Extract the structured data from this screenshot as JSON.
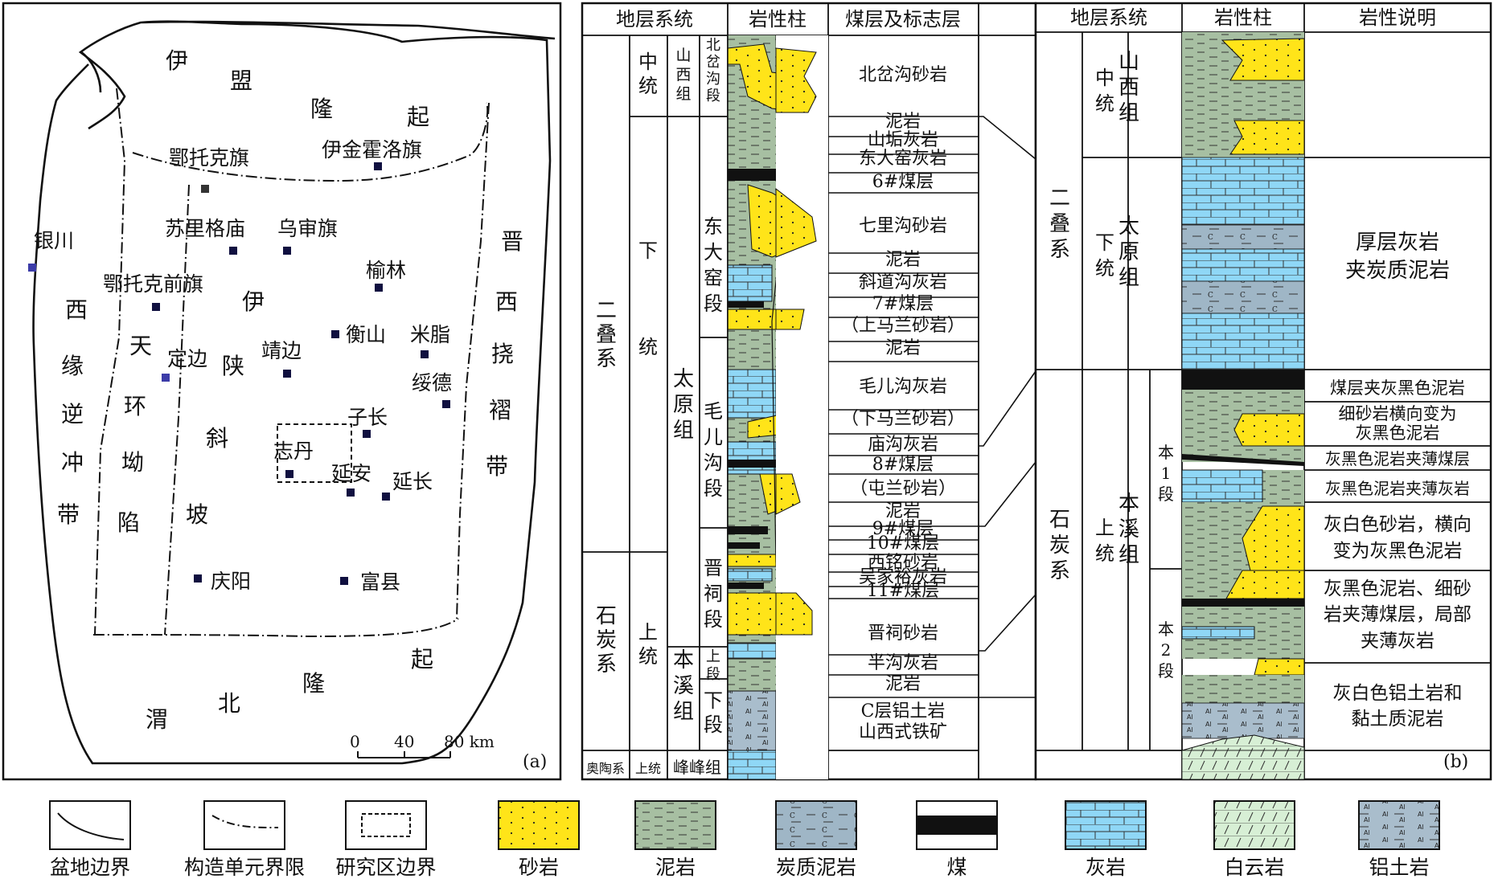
{
  "map": {
    "label": "(a)",
    "scale": {
      "ticks": [
        "0",
        "40",
        "80 km"
      ]
    },
    "units": [
      {
        "name": "yimeng",
        "chars": [
          "伊",
          "盟",
          "隆",
          "起"
        ]
      },
      {
        "name": "xiyuan",
        "chars": [
          "西",
          "缘",
          "逆",
          "冲",
          "带"
        ]
      },
      {
        "name": "tianhuan",
        "chars": [
          "天",
          "环",
          "坳",
          "陷"
        ]
      },
      {
        "name": "yishan",
        "chars": [
          "伊",
          "陕",
          "斜",
          "坡"
        ]
      },
      {
        "name": "jinxi",
        "chars": [
          "晋",
          "西",
          "挠",
          "褶",
          "带"
        ]
      },
      {
        "name": "weibei",
        "chars": [
          "渭",
          "北",
          "隆",
          "起"
        ]
      }
    ],
    "cities": [
      "银川",
      "鄂托克旗",
      "伊金霍洛旗",
      "苏里格庙",
      "乌审旗",
      "榆林",
      "鄂托克前旗",
      "定边",
      "靖边",
      "衡山",
      "米脂",
      "绥德",
      "子长",
      "志丹",
      "延安",
      "延长",
      "庆阳",
      "富县"
    ]
  },
  "column_a": {
    "headers": [
      "地层系统",
      "岩性柱",
      "煤层及标志层"
    ],
    "systems": [
      "二叠系",
      "石炭系",
      "奥陶系"
    ],
    "series": [
      "中统",
      "下统",
      "上统",
      "上统"
    ],
    "formations": [
      "山西组",
      "太原组",
      "本溪组",
      "峰峰组"
    ],
    "members": [
      "北岔沟段",
      "东大窑段",
      "毛儿沟段",
      "晋祠段",
      "上段",
      "下段"
    ],
    "marker_beds": [
      "北岔沟砂岩",
      "泥岩",
      "山垢灰岩",
      "东大窑灰岩",
      "6#煤层",
      "七里沟砂岩",
      "泥岩",
      "斜道沟灰岩",
      "7#煤层",
      "（上马兰砂岩）",
      "泥岩",
      "毛儿沟灰岩",
      "（下马兰砂岩）",
      "庙沟灰岩",
      "8#煤层",
      "（屯兰砂岩）",
      "泥岩",
      "9#煤层",
      "10#煤层",
      "西铭砂岩",
      "吴家裕灰岩",
      "11#煤层",
      "晋祠砂岩",
      "半沟灰岩",
      "泥岩",
      "C层铝土岩",
      "山西式铁矿"
    ]
  },
  "column_b": {
    "label": "(b)",
    "headers": [
      "地层系统",
      "岩性柱",
      "岩性说明"
    ],
    "systems": [
      "二叠系",
      "石炭系"
    ],
    "series": [
      "中统",
      "下统",
      "上统"
    ],
    "formations": [
      "山西组",
      "太原组",
      "本溪组"
    ],
    "members": [
      "本1段",
      "本2段"
    ],
    "descriptions": [
      "厚层灰岩",
      "夹炭质泥岩",
      "煤层夹灰黑色泥岩",
      "细砂岩横向变为",
      "灰黑色泥岩",
      "灰黑色泥岩夹薄煤层",
      "灰黑色泥岩夹薄灰岩",
      "灰白色砂岩，横向",
      "变为灰黑色泥岩",
      "灰黑色泥岩、细砂",
      "岩夹薄煤层，局部",
      "夹薄灰岩",
      "灰白色铝土岩和",
      "黏土质泥岩"
    ]
  },
  "legend": [
    "盆地边界",
    "构造单元界限",
    "研究区边界",
    "砂岩",
    "泥岩",
    "炭质泥岩",
    "煤",
    "灰岩",
    "白云岩",
    "铝土岩"
  ],
  "colors": {
    "sandstone": "#ffe419",
    "mudstone": "#a7bfa2",
    "carb_mud": "#9fb6c6",
    "limestone": "#8fd7f6",
    "dolomite": "#d7efd5",
    "bauxite": "#a9bdcc",
    "coal": "#111111",
    "city": "#101040",
    "city_blue": "#3c3ca8"
  }
}
